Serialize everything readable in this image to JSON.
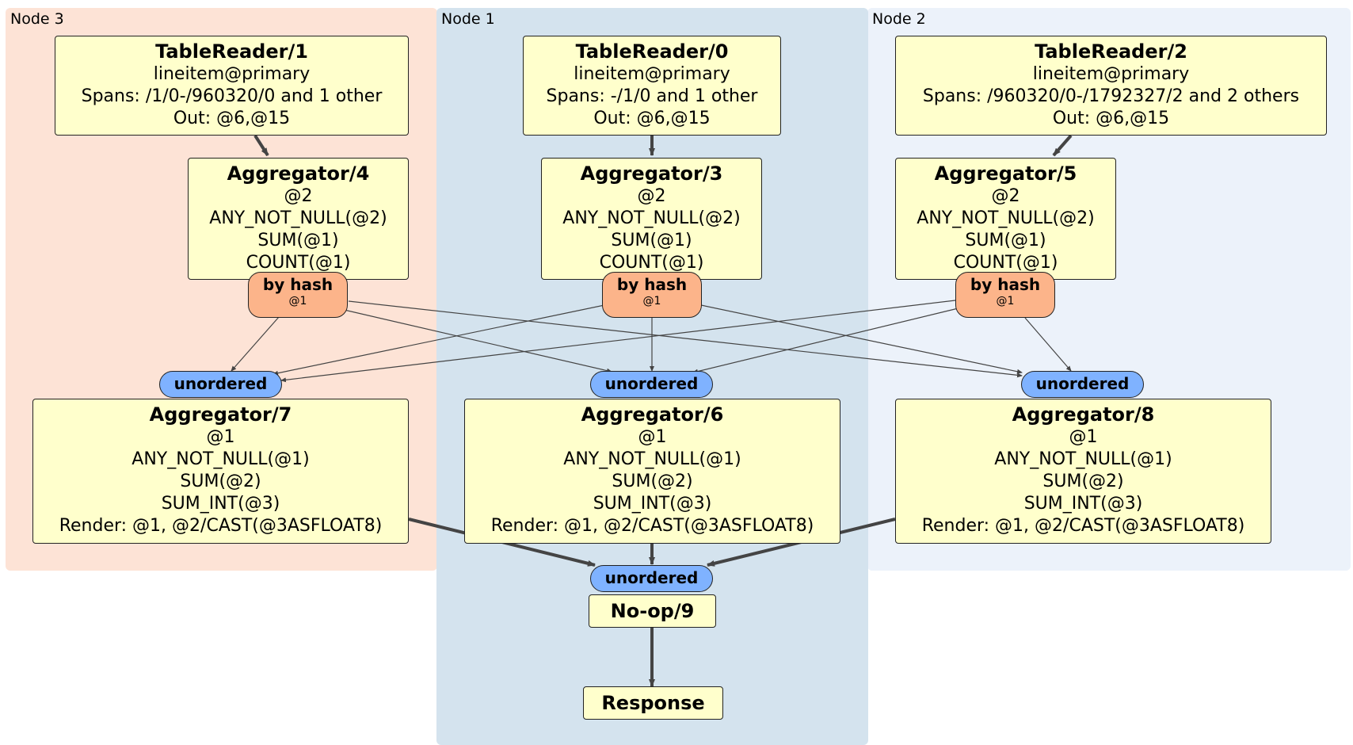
{
  "nodes": [
    {
      "label": "Node 3",
      "fill": "#fde3d6"
    },
    {
      "label": "Node 1",
      "fill": "#d4e3ee"
    },
    {
      "label": "Node 2",
      "fill": "#ecf2fa"
    }
  ],
  "processors": {
    "tr1": {
      "title": "TableReader/1",
      "lines": [
        "lineitem@primary",
        "Spans: /1/0-/960320/0 and 1 other",
        "Out: @6,@15"
      ]
    },
    "tr0": {
      "title": "TableReader/0",
      "lines": [
        "lineitem@primary",
        "Spans: -/1/0 and 1 other",
        "Out: @6,@15"
      ]
    },
    "tr2": {
      "title": "TableReader/2",
      "lines": [
        "lineitem@primary",
        "Spans: /960320/0-/1792327/2 and 2 others",
        "Out: @6,@15"
      ]
    },
    "agg4": {
      "title": "Aggregator/4",
      "lines": [
        "@2",
        "ANY_NOT_NULL(@2)",
        "SUM(@1)",
        "COUNT(@1)"
      ]
    },
    "agg3": {
      "title": "Aggregator/3",
      "lines": [
        "@2",
        "ANY_NOT_NULL(@2)",
        "SUM(@1)",
        "COUNT(@1)"
      ]
    },
    "agg5": {
      "title": "Aggregator/5",
      "lines": [
        "@2",
        "ANY_NOT_NULL(@2)",
        "SUM(@1)",
        "COUNT(@1)"
      ]
    },
    "agg7": {
      "title": "Aggregator/7",
      "lines": [
        "@1",
        "ANY_NOT_NULL(@1)",
        "SUM(@2)",
        "SUM_INT(@3)",
        "Render: @1, @2/CAST(@3ASFLOAT8)"
      ]
    },
    "agg6": {
      "title": "Aggregator/6",
      "lines": [
        "@1",
        "ANY_NOT_NULL(@1)",
        "SUM(@2)",
        "SUM_INT(@3)",
        "Render: @1, @2/CAST(@3ASFLOAT8)"
      ]
    },
    "agg8": {
      "title": "Aggregator/8",
      "lines": [
        "@1",
        "ANY_NOT_NULL(@1)",
        "SUM(@2)",
        "SUM_INT(@3)",
        "Render: @1, @2/CAST(@3ASFLOAT8)"
      ]
    },
    "noop": {
      "title": "No-op/9"
    },
    "response": {
      "title": "Response"
    }
  },
  "routers": {
    "r4": {
      "title": "by hash",
      "sub": "@1"
    },
    "r3": {
      "title": "by hash",
      "sub": "@1"
    },
    "r5": {
      "title": "by hash",
      "sub": "@1"
    }
  },
  "syncs": {
    "s7": "unordered",
    "s6": "unordered",
    "s8": "unordered",
    "s9": "unordered"
  },
  "colors": {
    "processor_fill": "#ffffcc",
    "router_fill": "#fcb48a",
    "sync_fill": "#7fb2ff",
    "edge": "#444444"
  }
}
